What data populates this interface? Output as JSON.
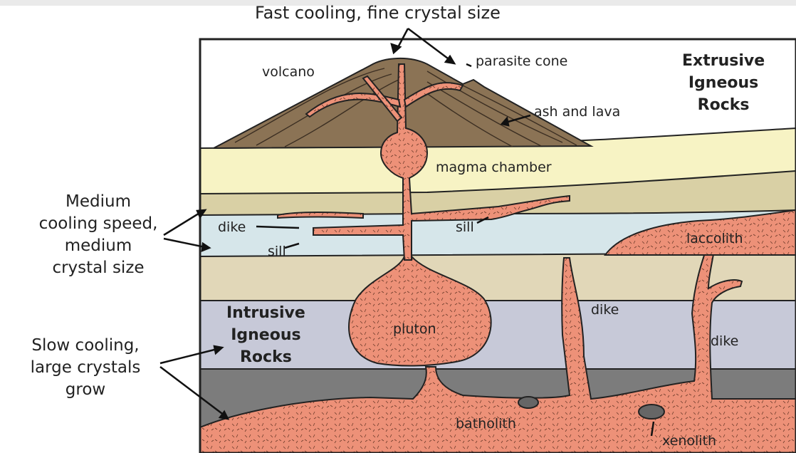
{
  "top_caption": "Fast cooling, fine crystal size",
  "extrusive_label": [
    "Extrusive",
    "Igneous",
    "Rocks"
  ],
  "intrusive_label": [
    "Intrusive",
    "Igneous",
    "Rocks"
  ],
  "medium_label": [
    "Medium",
    "cooling speed,",
    "medium",
    "crystal size"
  ],
  "slow_label": [
    "Slow cooling,",
    "large crystals",
    "grow"
  ],
  "features": {
    "volcano": "volcano",
    "parasite_cone": "parasite cone",
    "ash_and_lava": "ash and lava",
    "magma_chamber": "magma chamber",
    "dike_left": "dike",
    "sill_left": "sill",
    "sill_right": "sill",
    "laccolith": "laccolith",
    "pluton": "pluton",
    "dike_mid": "dike",
    "dike_right": "dike",
    "batholith": "batholith",
    "xenolith": "xenolith"
  },
  "colors": {
    "sky": "#ffffff",
    "volcano": "#8b7355",
    "layer_cream": "#f7f3c4",
    "layer_tan": "#d9d0a5",
    "layer_blue": "#d6e6ea",
    "layer_beige": "#e1d7b8",
    "layer_slate": "#c7c9d8",
    "layer_dark": "#7c7c7c",
    "magma": "#ed9178",
    "outline": "#222222"
  }
}
